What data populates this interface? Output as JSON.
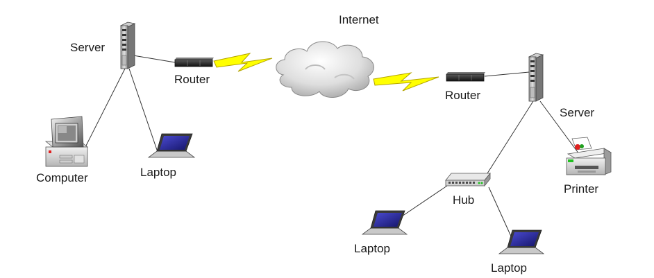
{
  "labels": {
    "internet": "Internet",
    "server_left": "Server",
    "router_left": "Router",
    "computer": "Computer",
    "laptop_left": "Laptop",
    "router_right": "Router",
    "server_right": "Server",
    "printer": "Printer",
    "hub": "Hub",
    "laptop_hub_left": "Laptop",
    "laptop_hub_right": "Laptop"
  },
  "icons": {
    "server": "server-tower-icon",
    "router": "router-icon",
    "cloud": "cloud-icon",
    "lightning": "lightning-link-icon",
    "computer": "desktop-computer-icon",
    "laptop": "laptop-icon",
    "hub": "network-hub-icon",
    "printer": "printer-icon"
  },
  "colors": {
    "lightning": "#ffff00",
    "laptop_screen": "#2a2a9c",
    "device_body": "#d9d9d9",
    "router_body": "#2b2b2b"
  }
}
